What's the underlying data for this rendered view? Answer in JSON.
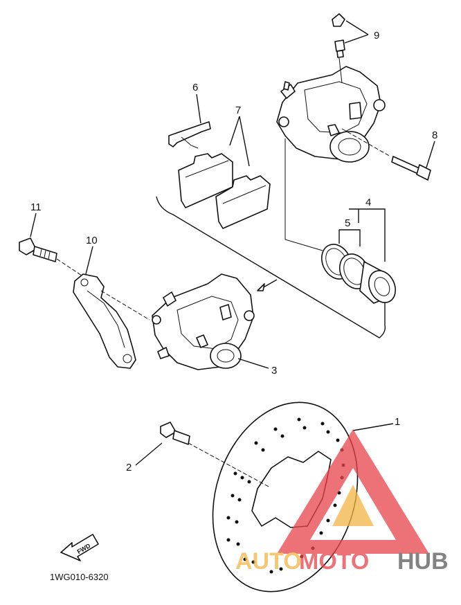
{
  "diagram": {
    "callouts": [
      {
        "id": "1",
        "text": "1"
      },
      {
        "id": "2",
        "text": "2"
      },
      {
        "id": "3",
        "text": "3"
      },
      {
        "id": "4",
        "text": "4"
      },
      {
        "id": "5",
        "text": "5"
      },
      {
        "id": "6",
        "text": "6"
      },
      {
        "id": "7",
        "text": "7"
      },
      {
        "id": "8",
        "text": "8"
      },
      {
        "id": "9",
        "text": "9"
      },
      {
        "id": "10",
        "text": "10"
      },
      {
        "id": "11",
        "text": "11"
      }
    ],
    "fwd_label": "FWD",
    "drawing_code": "1WG010-6320"
  },
  "watermark": {
    "part1": "AUTO",
    "part2": "MOTO",
    "part3": "HUB",
    "color_main": "#e8434a",
    "color_accent": "#f2b545",
    "color_dark": "#5a5a5a"
  }
}
